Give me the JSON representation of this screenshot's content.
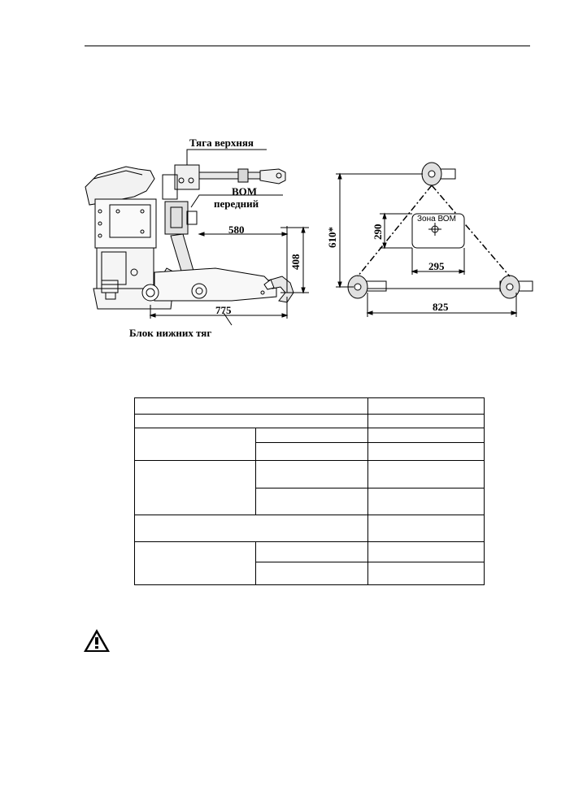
{
  "figure": {
    "label_top_link": "Тяга верхняя",
    "label_pto_line1": "ВОМ",
    "label_pto_line2": "передний",
    "label_lower_links": "Блок нижних тяг",
    "dim_580": "580",
    "dim_408": "408",
    "dim_775": "775",
    "dim_610": "610*",
    "dim_290": "290",
    "dim_295": "295",
    "dim_825": "825",
    "pto_zone": "Зона ВОМ"
  },
  "icons": {
    "warning": "warning-triangle-icon"
  }
}
